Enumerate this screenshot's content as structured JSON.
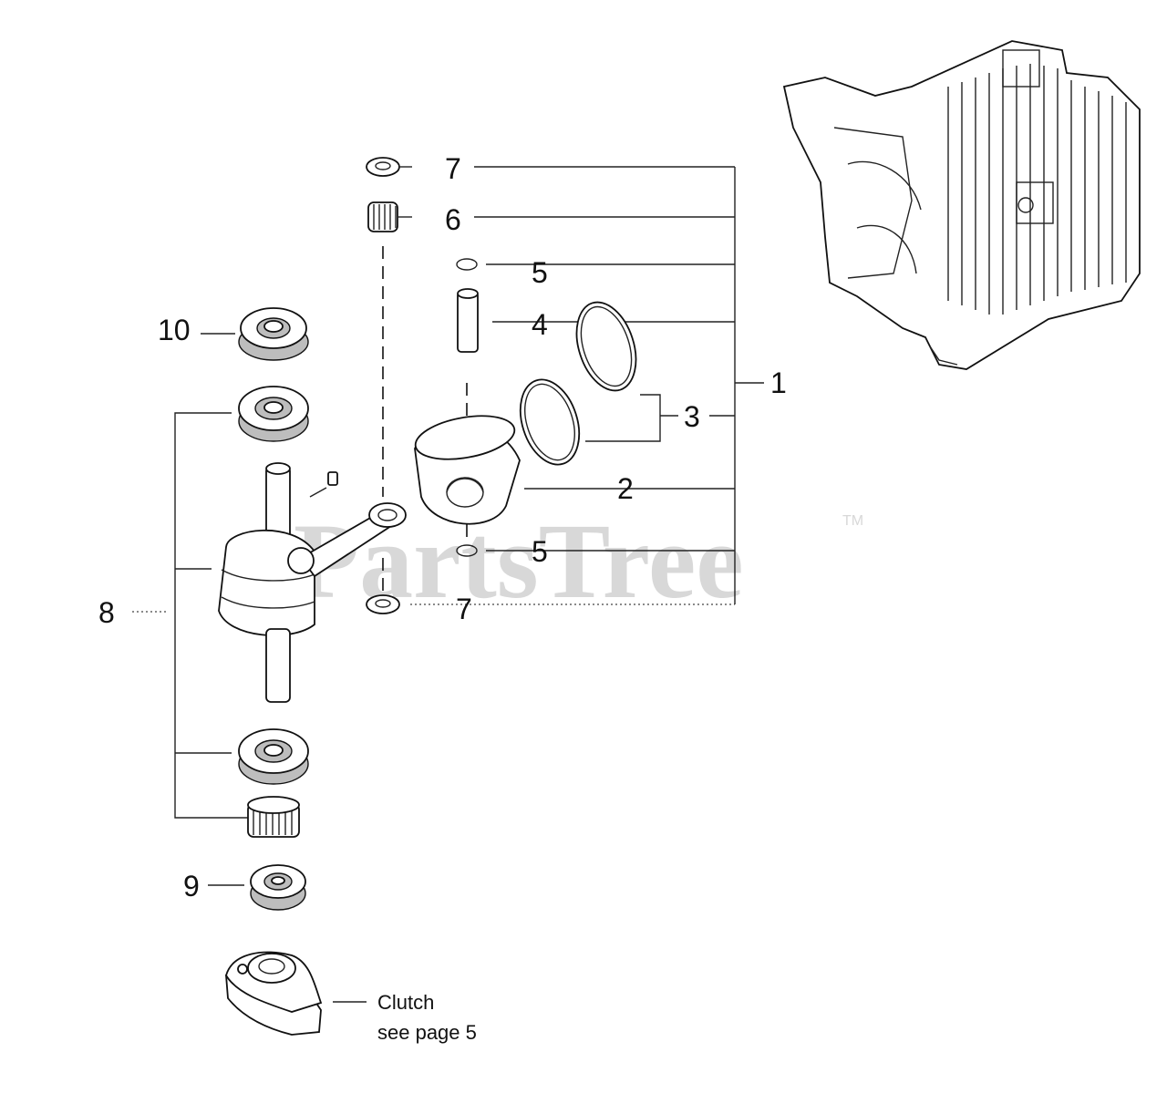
{
  "watermark": {
    "text": "PartsTree",
    "tm": "TM"
  },
  "callouts": {
    "c1": "1",
    "c2": "2",
    "c3": "3",
    "c4": "4",
    "c5_top": "5",
    "c5_bottom": "5",
    "c6": "6",
    "c7_top": "7",
    "c7_bottom": "7",
    "c8": "8",
    "c9": "9",
    "c10": "10"
  },
  "note": {
    "line1": "Clutch",
    "line2": "see page 5"
  }
}
